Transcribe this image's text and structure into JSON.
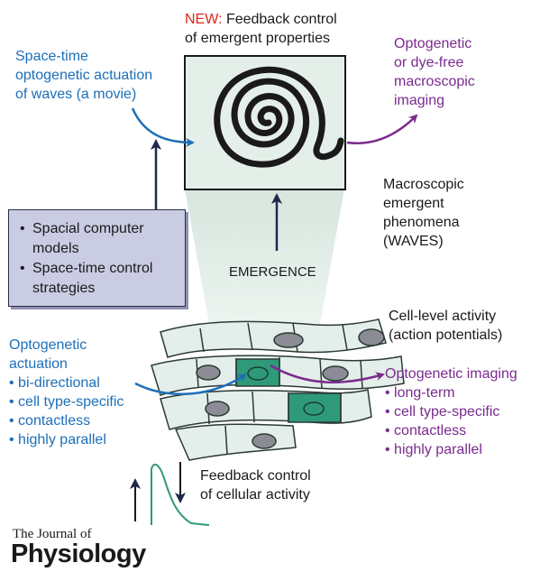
{
  "labels": {
    "new_tag": "NEW:",
    "top_title_1": "Feedback control",
    "top_title_2": "of emergent properties",
    "space_time": [
      "Space-time",
      "optogenetic actuation",
      "of waves (a movie)"
    ],
    "imaging_top": [
      "Optogenetic",
      "or dye-free",
      "macroscopic",
      "imaging"
    ],
    "macro": [
      "Macroscopic",
      "emergent",
      "phenomena",
      "(WAVES)"
    ],
    "emergence": "EMERGENCE",
    "cell_level": [
      "Cell-level activity",
      "(action potentials)"
    ],
    "actuation_title": [
      "Optogenetic",
      "actuation"
    ],
    "actuation_items": [
      "• bi-directional",
      "• cell type-specific",
      "• contactless",
      "• highly parallel"
    ],
    "imaging_title": "Optogenetic imaging",
    "imaging_items": [
      "• long-term",
      "• cell type-specific",
      "• contactless",
      "• highly parallel"
    ],
    "feedback_cell": [
      "Feedback control",
      "of cellular activity"
    ]
  },
  "box": {
    "items": [
      "Spacial computer models",
      "Space-time control strategies"
    ],
    "item_lines": [
      [
        "Spacial computer",
        "models"
      ],
      [
        "Space-time control",
        "strategies"
      ]
    ]
  },
  "journal": {
    "line1": "The Journal of",
    "line2": "Physiology"
  },
  "colors": {
    "blue": "#1d6fb8",
    "purple": "#7a2b8e",
    "red": "#e2231a",
    "green_cell": "#2e9a7a",
    "box_fill": "#c9cce3"
  }
}
